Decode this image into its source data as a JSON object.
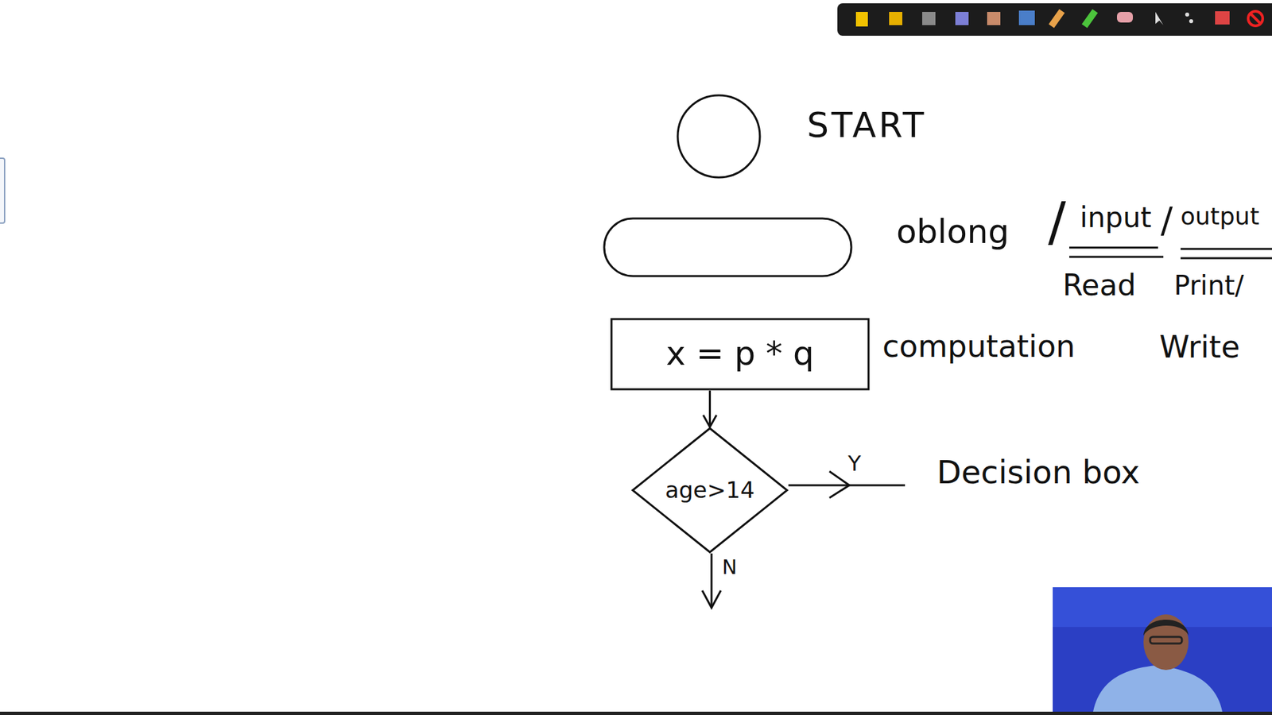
{
  "diagram": {
    "nodes": [
      {
        "text": [
          "START"
        ]
      },
      {
        "text": [
          "oblong"
        ]
      },
      {
        "text": [
          "x = p * q",
          "computation"
        ]
      },
      {
        "text": [
          "age>14",
          "Decision box"
        ]
      }
    ],
    "edges": [
      {
        "from": 2,
        "to": 3,
        "arrow": "to"
      }
    ],
    "labels": [
      "/",
      "input",
      "/",
      "output",
      "Read",
      "Print/",
      "Write",
      "Y",
      "N"
    ]
  }
}
